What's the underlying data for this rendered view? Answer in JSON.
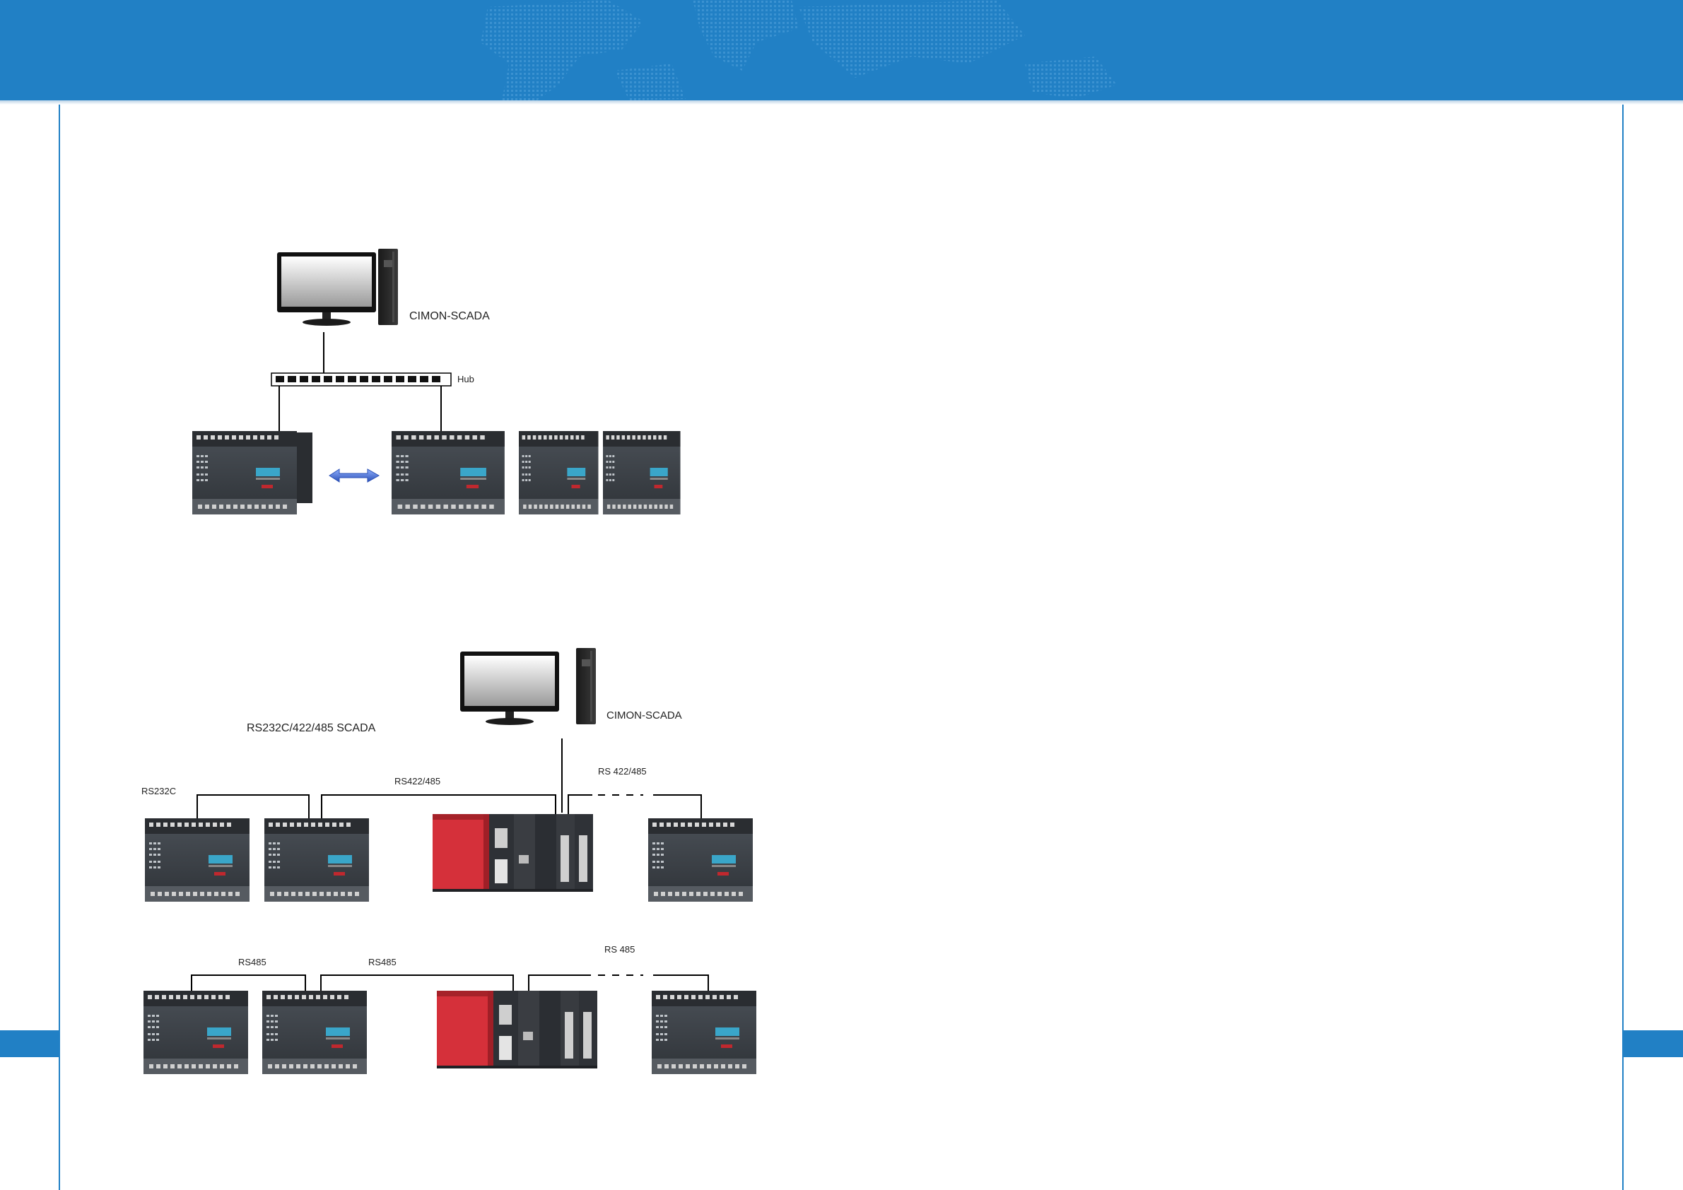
{
  "diagram1": {
    "scada_label": "CIMON-SCADA",
    "hub_label": "Hub"
  },
  "diagram2": {
    "title": "RS232C/422/485 SCADA",
    "scada_label": "CIMON-SCADA",
    "row1": {
      "rs232c_label": "RS232C",
      "rs422_485_label": "RS422/485",
      "rs_422_485_label": "RS 422/485"
    },
    "row2": {
      "rs485_label_a": "RS485",
      "rs485_label_b": "RS485",
      "rs_485_label": "RS 485"
    }
  },
  "colors": {
    "banner_blue": "#2180c5",
    "plc_body": "#3c4147",
    "cpu_red": "#d5303a",
    "arrow_blue": "#3b5fc4"
  }
}
